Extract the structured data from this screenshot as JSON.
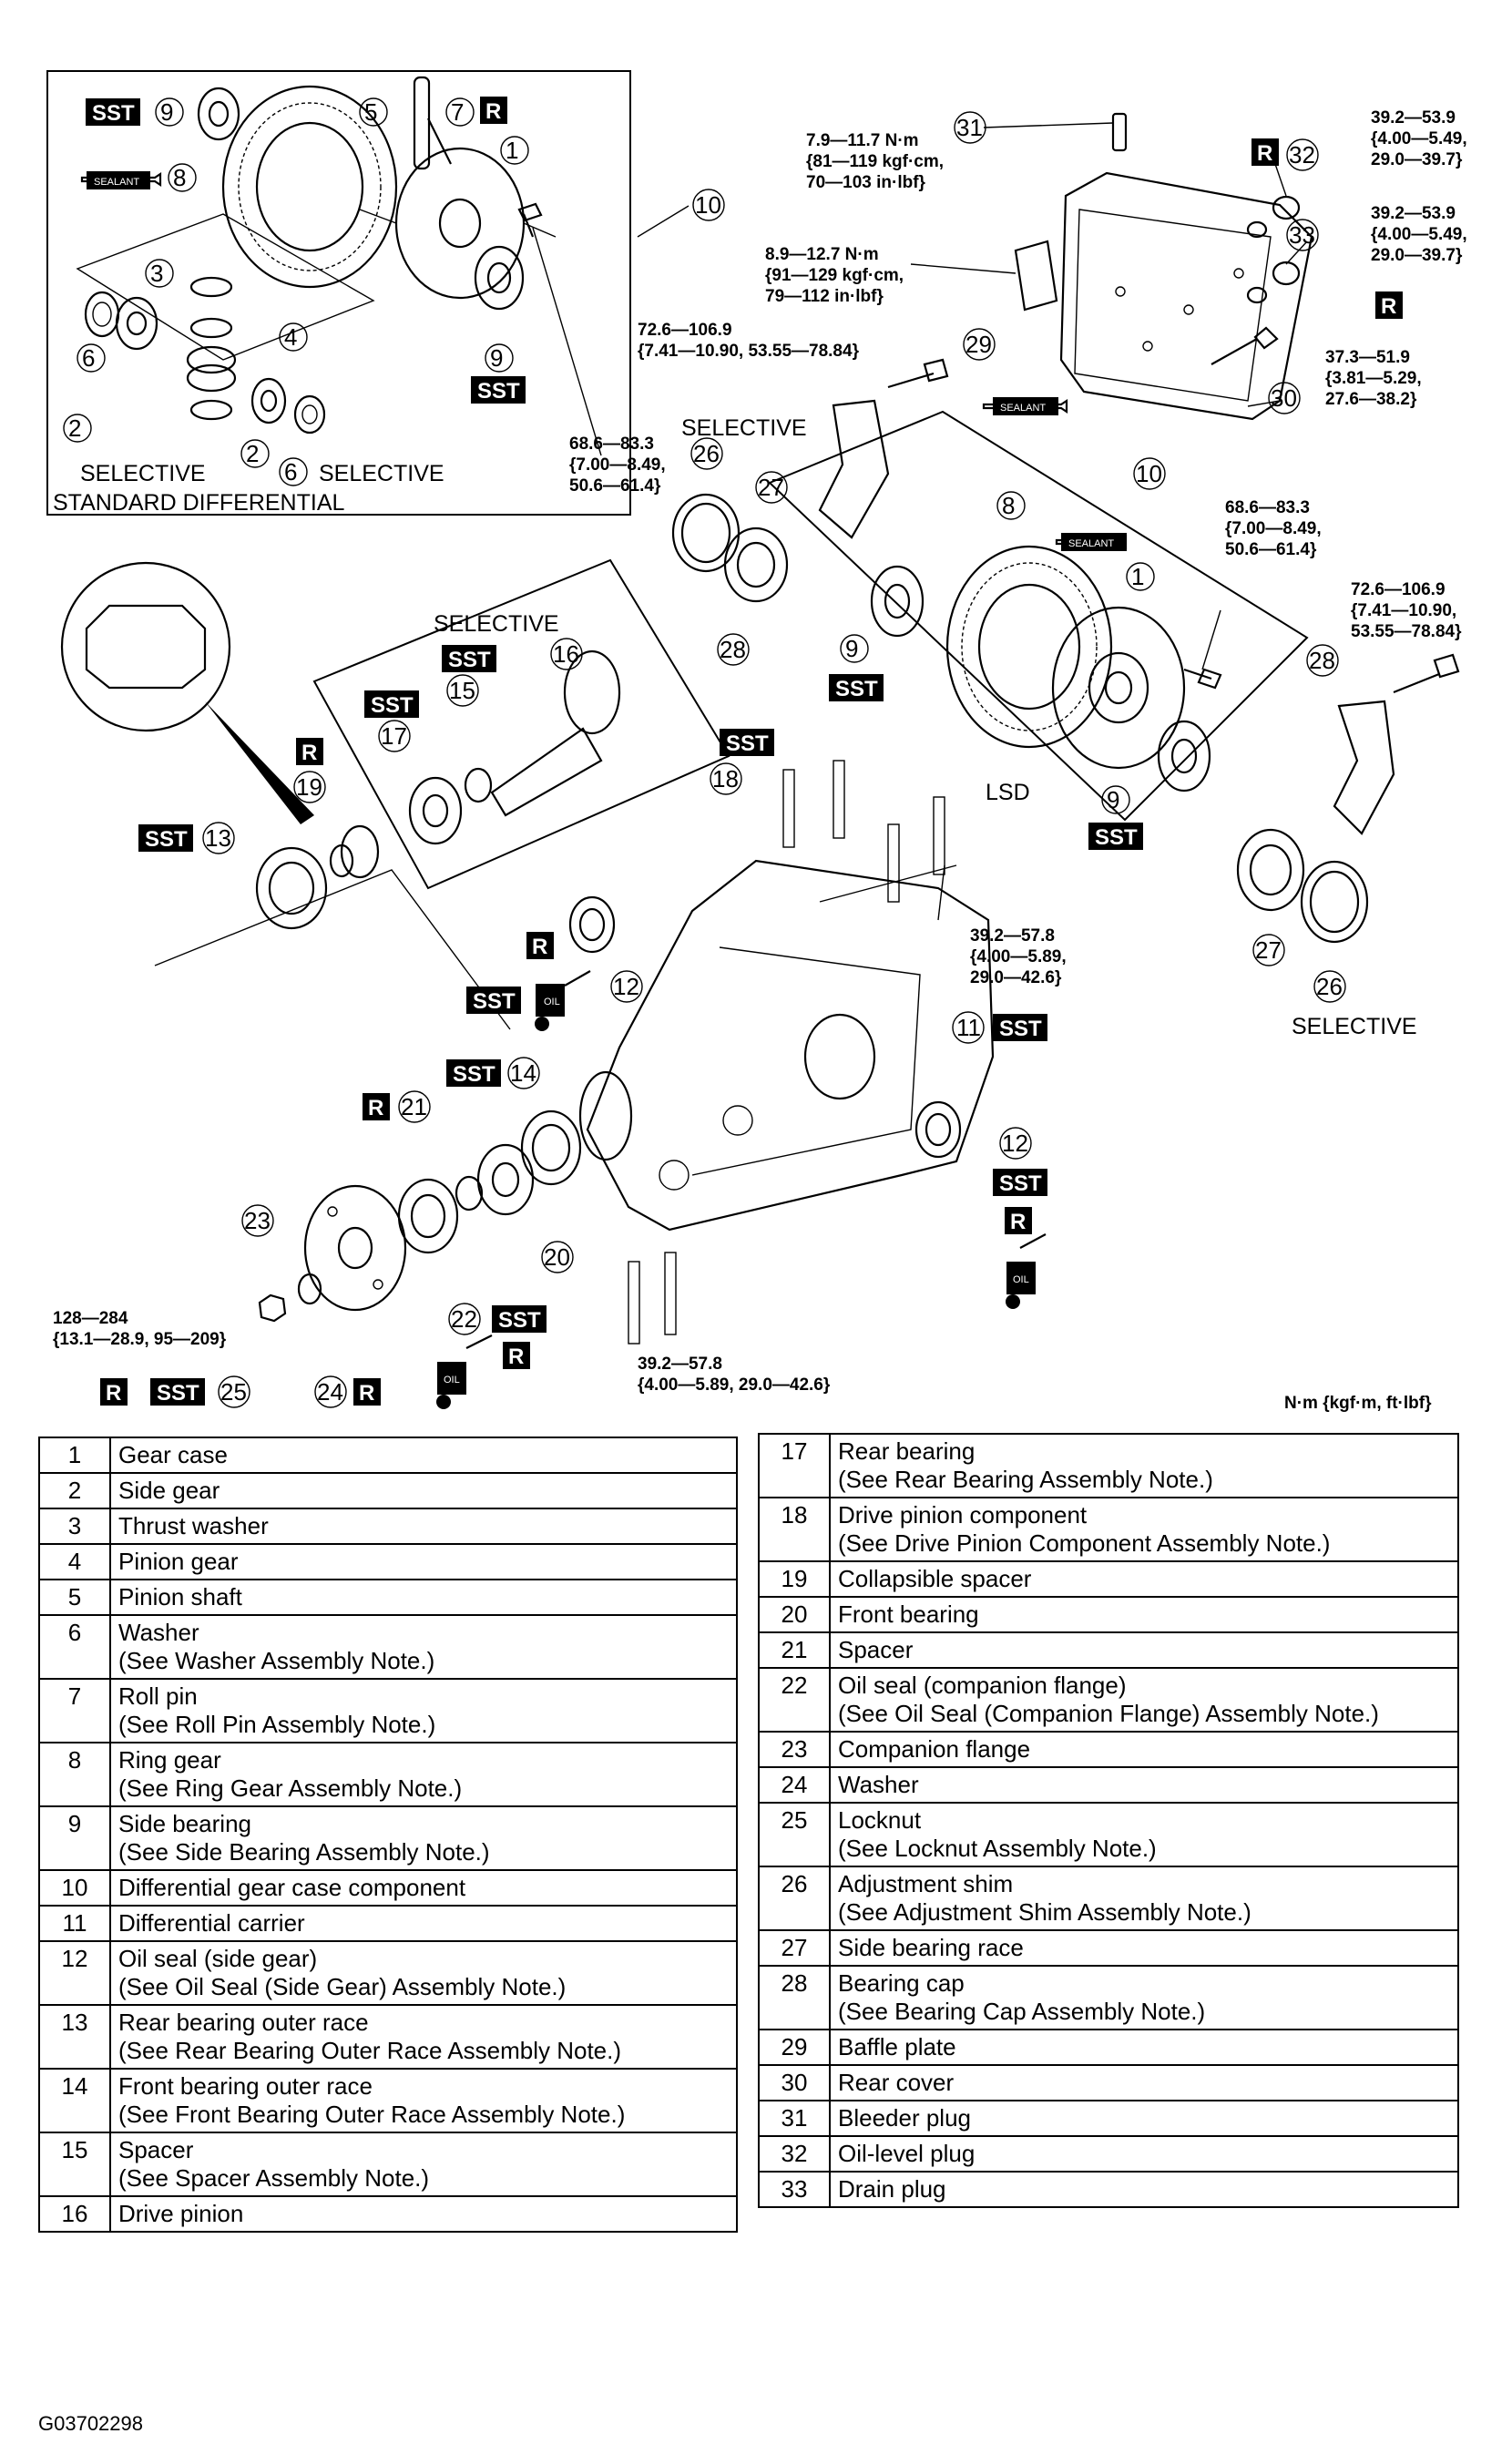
{
  "figure_code": "G03702298",
  "units_note": "N·m {kgf·m, ft·lbf}",
  "labels": {
    "sst": "SST",
    "r": "R",
    "sealant": "SEALANT",
    "oil": "OIL",
    "selective": "SELECTIVE",
    "standard_differential": "STANDARD DIFFERENTIAL",
    "lsd": "LSD"
  },
  "callouts": [
    "1",
    "2",
    "3",
    "4",
    "5",
    "6",
    "7",
    "8",
    "9",
    "10",
    "11",
    "12",
    "13",
    "14",
    "15",
    "16",
    "17",
    "18",
    "19",
    "20",
    "21",
    "22",
    "23",
    "24",
    "25",
    "26",
    "27",
    "28",
    "29",
    "30",
    "31",
    "32",
    "33"
  ],
  "torques": {
    "bleeder": [
      "7.9—11.7 N·m",
      "{81—119 kgf·cm,",
      "70—103 in·lbf}"
    ],
    "baffle": [
      "8.9—12.7 N·m",
      "{91—129 kgf·cm,",
      "79—112 in·lbf}"
    ],
    "oil_level": [
      "39.2—53.9",
      "{4.00—5.49,",
      "29.0—39.7}"
    ],
    "drain": [
      "39.2—53.9",
      "{4.00—5.49,",
      "29.0—39.7}"
    ],
    "rear_cover": [
      "37.3—51.9",
      "{3.81—5.29,",
      "27.6—38.2}"
    ],
    "cap_bolt_upper": [
      "72.6—106.9",
      "{7.41—10.90, 53.55—78.84}"
    ],
    "cap_bolt_right": [
      "72.6—106.9",
      "{7.41—10.90,",
      "53.55—78.84}"
    ],
    "ring_gear_std": [
      "68.6—83.3",
      "{7.00—8.49,",
      "50.6—61.4}"
    ],
    "ring_gear_lsd": [
      "68.6—83.3",
      "{7.00—8.49,",
      "50.6—61.4}"
    ],
    "carrier_stud": [
      "39.2—57.8",
      "{4.00—5.89,",
      "29.0—42.6}"
    ],
    "lower_stud": [
      "39.2—57.8",
      "{4.00—5.89, 29.0—42.6}"
    ],
    "locknut": [
      "128—284",
      "{13.1—28.9, 95—209}"
    ]
  },
  "parts": [
    {
      "num": "1",
      "name": "Gear case",
      "note": ""
    },
    {
      "num": "2",
      "name": "Side gear",
      "note": ""
    },
    {
      "num": "3",
      "name": "Thrust washer",
      "note": ""
    },
    {
      "num": "4",
      "name": "Pinion gear",
      "note": ""
    },
    {
      "num": "5",
      "name": "Pinion shaft",
      "note": ""
    },
    {
      "num": "6",
      "name": "Washer",
      "note": "(See  Washer Assembly Note.)"
    },
    {
      "num": "7",
      "name": "Roll pin",
      "note": "(See  Roll Pin Assembly Note.)"
    },
    {
      "num": "8",
      "name": "Ring gear",
      "note": "(See  Ring Gear Assembly Note.)"
    },
    {
      "num": "9",
      "name": "Side bearing",
      "note": "(See  Side Bearing Assembly Note.)"
    },
    {
      "num": "10",
      "name": "Differential gear case component",
      "note": ""
    },
    {
      "num": "11",
      "name": "Differential carrier",
      "note": ""
    },
    {
      "num": "12",
      "name": "Oil seal (side gear)",
      "note": "(See Oil Seal (Side Gear) Assembly Note.)"
    },
    {
      "num": "13",
      "name": "Rear bearing outer race",
      "note": "(See Rear Bearing Outer Race Assembly Note.)"
    },
    {
      "num": "14",
      "name": "Front bearing outer race",
      "note": "(See Front Bearing Outer Race Assembly Note.)"
    },
    {
      "num": "15",
      "name": "Spacer",
      "note": "(See Spacer Assembly Note.)"
    },
    {
      "num": "16",
      "name": "Drive pinion",
      "note": ""
    },
    {
      "num": "17",
      "name": "Rear bearing",
      "note": "(See Rear Bearing Assembly Note.)"
    },
    {
      "num": "18",
      "name": "Drive pinion component",
      "note": "(See Drive Pinion Component Assembly Note.)"
    },
    {
      "num": "19",
      "name": "Collapsible spacer",
      "note": ""
    },
    {
      "num": "20",
      "name": "Front bearing",
      "note": ""
    },
    {
      "num": "21",
      "name": "Spacer",
      "note": ""
    },
    {
      "num": "22",
      "name": "Oil seal (companion flange)",
      "note": "(See Oil Seal (Companion Flange) Assembly Note.)"
    },
    {
      "num": "23",
      "name": "Companion flange",
      "note": ""
    },
    {
      "num": "24",
      "name": "Washer",
      "note": ""
    },
    {
      "num": "25",
      "name": "Locknut",
      "note": "(See Locknut Assembly Note.)"
    },
    {
      "num": "26",
      "name": "Adjustment shim",
      "note": "(See Adjustment Shim Assembly Note.)"
    },
    {
      "num": "27",
      "name": "Side bearing race",
      "note": ""
    },
    {
      "num": "28",
      "name": "Bearing cap",
      "note": "(See Bearing Cap Assembly Note.)"
    },
    {
      "num": "29",
      "name": "Baffle plate",
      "note": ""
    },
    {
      "num": "30",
      "name": "Rear cover",
      "note": ""
    },
    {
      "num": "31",
      "name": "Bleeder plug",
      "note": ""
    },
    {
      "num": "32",
      "name": "Oil-level plug",
      "note": ""
    },
    {
      "num": "33",
      "name": "Drain plug",
      "note": ""
    }
  ]
}
